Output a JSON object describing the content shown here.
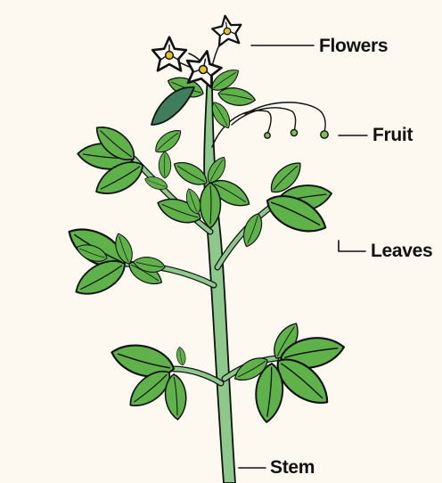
{
  "diagram": {
    "labels": {
      "flowers": "Flowers",
      "fruit": "Fruit",
      "leaves": "Leaves",
      "stem": "Stem"
    },
    "colors": {
      "background": "#fdf9f1",
      "leaf": "#5fb24a",
      "stem": "#8cc98a",
      "outline": "#111111",
      "petal": "#ffffff",
      "flower_center": "#e5c22a",
      "fruit": "#7dbf52"
    }
  }
}
